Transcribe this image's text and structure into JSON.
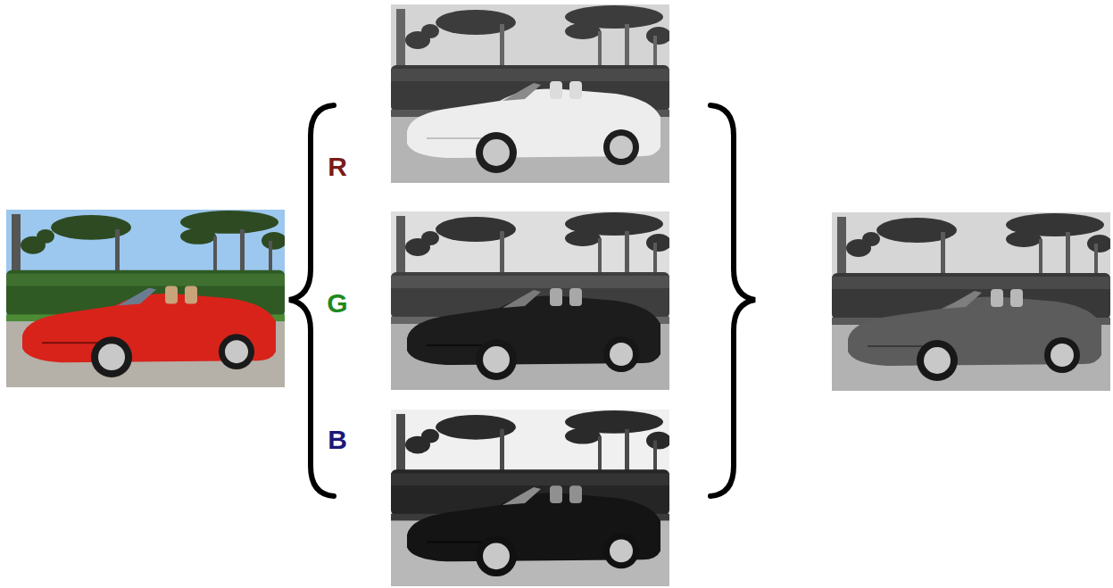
{
  "diagram": {
    "labels": [
      "R",
      "G",
      "B"
    ]
  }
}
